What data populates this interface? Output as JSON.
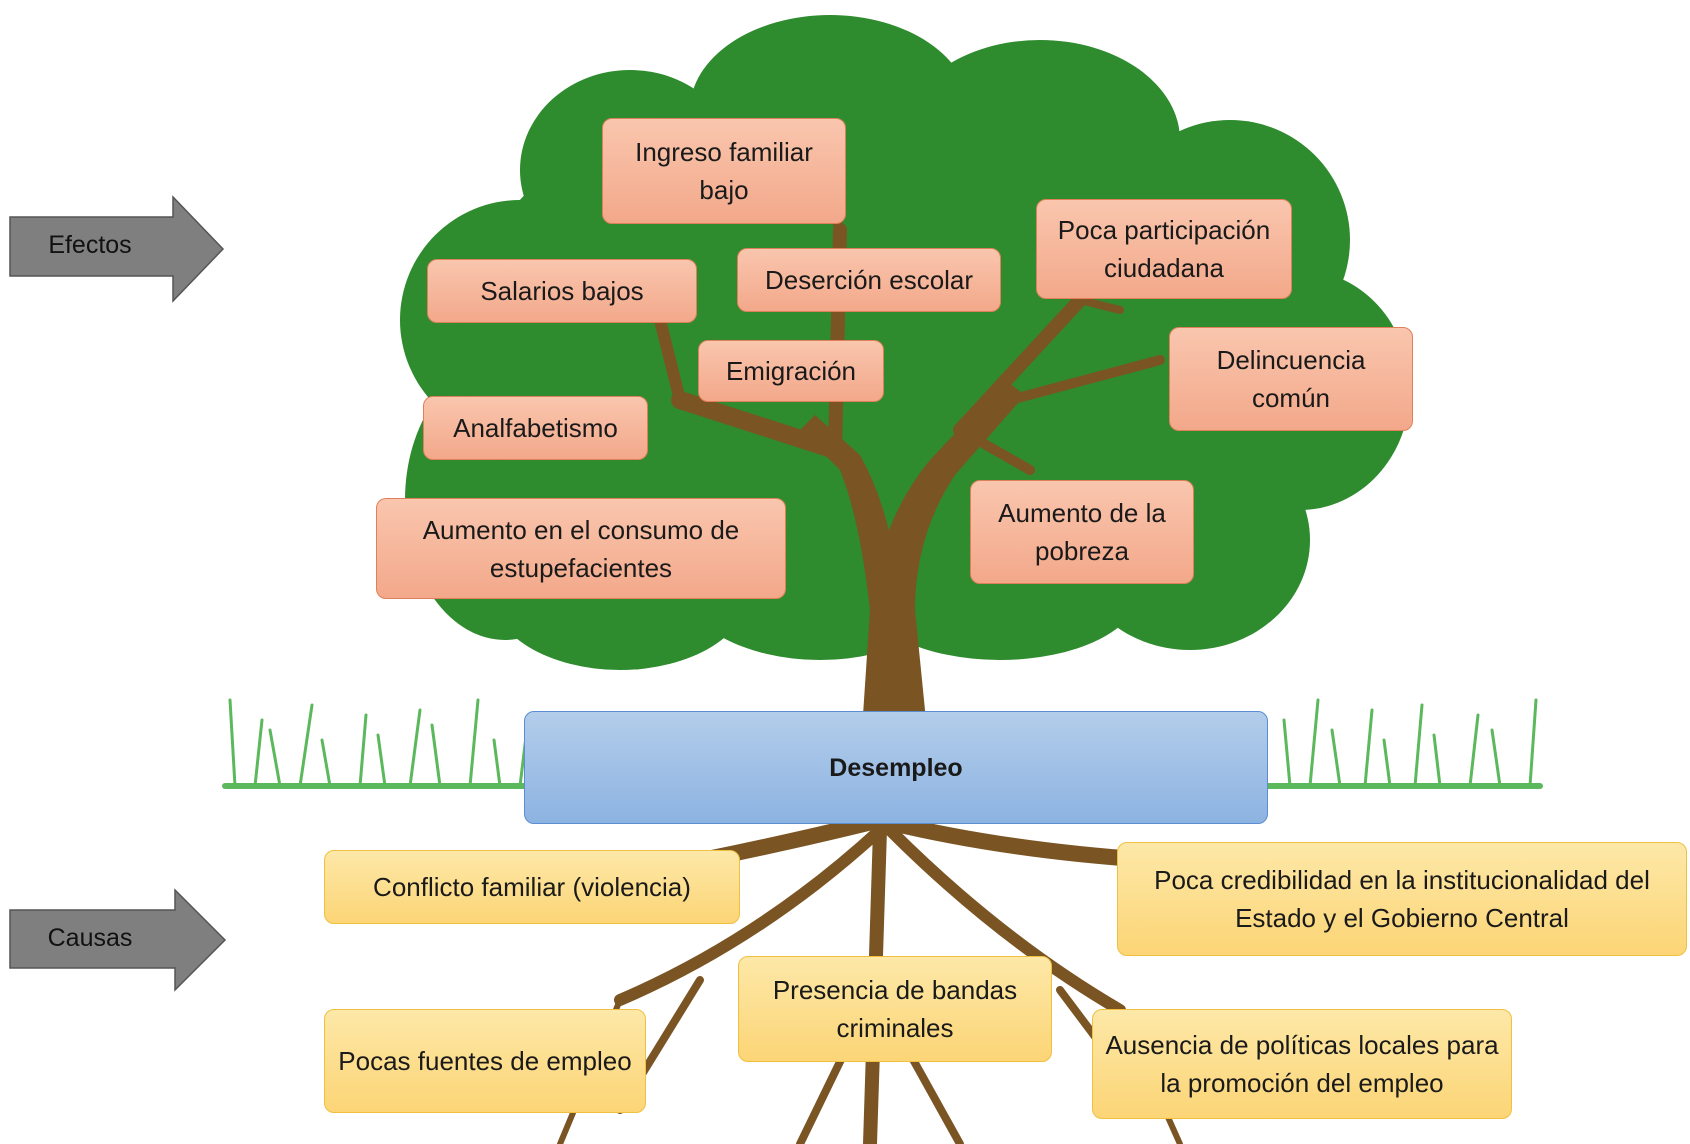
{
  "side_labels": {
    "effects": "Efectos",
    "causes": "Causas"
  },
  "core_problem": "Desempleo",
  "effects": [
    "Ingreso familiar bajo",
    "Salarios bajos",
    "Deserción escolar",
    "Poca participación ciudadana",
    "Emigración",
    "Delincuencia común",
    "Analfabetismo",
    "Aumento en el consumo de estupefacientes",
    "Aumento de la pobreza"
  ],
  "causes": [
    "Conflicto familiar (violencia)",
    "Poca credibilidad en la institucionalidad del Estado y el Gobierno Central",
    "Presencia de bandas criminales",
    "Pocas fuentes de empleo",
    "Ausencia de políticas locales para la promoción del empleo"
  ],
  "colors": {
    "canopy": "#2e8b2e",
    "trunk": "#7a5523",
    "grass": "#5cb85c",
    "effect_fill": "#f4aa8c",
    "cause_fill": "#fcd576",
    "core_fill": "#9dbde6",
    "arrow": "#7f7f7f"
  }
}
